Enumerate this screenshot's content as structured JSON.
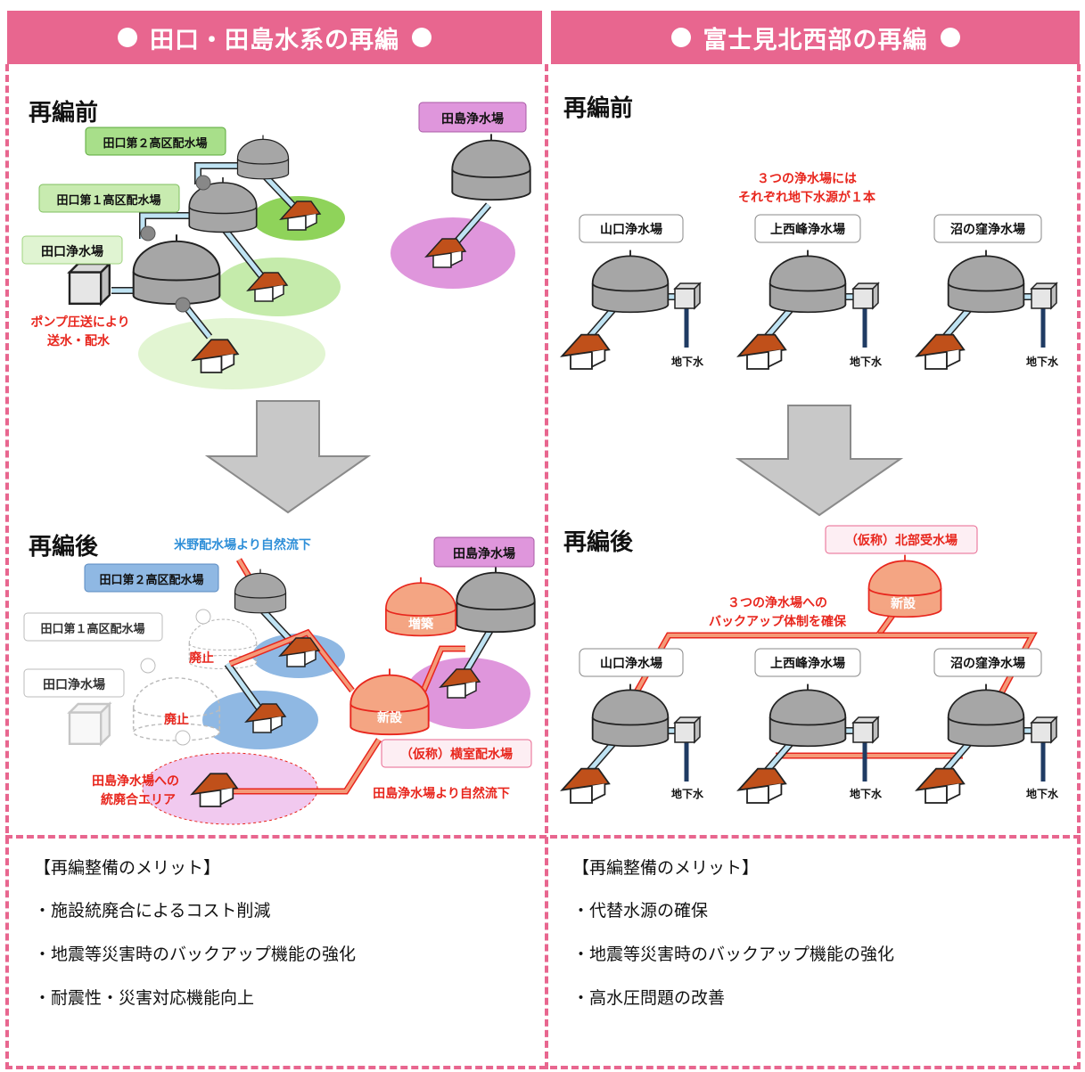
{
  "left": {
    "header": "田口・田島水系の再編",
    "before": {
      "title": "再編前",
      "labels": {
        "dai2": "田口第２高区配水場",
        "dai1": "田口第１高区配水場",
        "taguchi": "田口浄水場",
        "tajima": "田島浄水場",
        "pump": "ポンプ圧送により送水・配水",
        "pump_line1": "ポンプ圧送により",
        "pump_line2": "送水・配水"
      }
    },
    "after": {
      "title": "再編後",
      "labels": {
        "komeno": "米野配水場より自然流下",
        "dai2": "田口第２高区配水場",
        "dai1": "田口第１高区配水場",
        "taguchi": "田口浄水場",
        "tajima": "田島浄水場",
        "zouchiku": "増築",
        "haishi": "廃止",
        "shinsetsu": "新設",
        "yokomuro": "（仮称）横室配水場",
        "toukaigou_line1": "田島浄水場への",
        "toukaigou_line2": "統廃合エリア",
        "shizen": "田島浄水場より自然流下"
      }
    },
    "merits": {
      "title": "【再編整備のメリット】",
      "items": [
        "・施設統廃合によるコスト削減",
        "・地震等災害時のバックアップ機能の強化",
        "・耐震性・災害対応機能向上"
      ]
    }
  },
  "right": {
    "header": "富士見北西部の再編",
    "before": {
      "title": "再編前",
      "note_line1": "３つの浄水場には",
      "note_line2": "それぞれ地下水源が１本",
      "plants": [
        "山口浄水場",
        "上西峰浄水場",
        "沼の窪浄水場"
      ],
      "groundwater": "地下水"
    },
    "after": {
      "title": "再編後",
      "hokubu": "（仮称）北部受水場",
      "shinsetsu": "新設",
      "note_line1": "３つの浄水場への",
      "note_line2": "バックアップ体制を確保",
      "plants": [
        "山口浄水場",
        "上西峰浄水場",
        "沼の窪浄水場"
      ],
      "groundwater": "地下水"
    },
    "merits": {
      "title": "【再編整備のメリット】",
      "items": [
        "・代替水源の確保",
        "・地震等災害時のバックアップ機能の強化",
        "・高水圧問題の改善"
      ]
    }
  },
  "colors": {
    "pink": "#e8668f",
    "red": "#e8261d",
    "blue_text": "#2f8fd8",
    "tank_gray": "#a6a6a6",
    "pipe_blue": "#bfe3f3",
    "pipe_orange": "#f49a78",
    "new_tank": "#f4a583",
    "green_area": "#8fd35a",
    "pink_area": "#df96dc",
    "blue_area": "#8fb8e3",
    "house_roof": "#c0501a"
  }
}
